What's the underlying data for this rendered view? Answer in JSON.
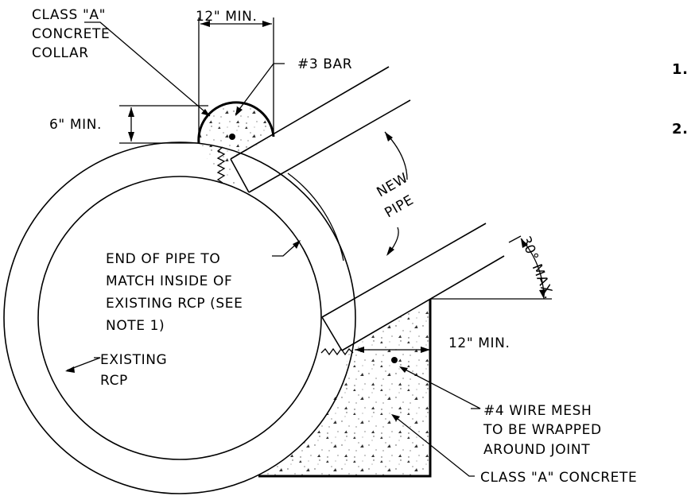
{
  "labels": {
    "collar_line1": "CLASS \"A\"",
    "collar_line2": "CONCRETE",
    "collar_line3": "COLLAR",
    "collar_width": "12\" MIN.",
    "bar3": "#3 BAR",
    "collar_height": "6\" MIN.",
    "new_pipe_line1": "NEW",
    "new_pipe_line2": "PIPE",
    "end_pipe_line1": "END OF PIPE TO",
    "end_pipe_line2": "MATCH INSIDE OF",
    "end_pipe_line3": "EXISTING RCP (SEE",
    "end_pipe_line4": "NOTE 1)",
    "existing_line1": "EXISTING",
    "existing_line2": "RCP",
    "angle": "30° MAX.",
    "base_width": "12\" MIN.",
    "mesh_line1": "#4 WIRE MESH",
    "mesh_line2": "TO BE WRAPPED",
    "mesh_line3": "AROUND JOINT",
    "class_a_concrete": "CLASS \"A\" CONCRETE"
  },
  "notes": {
    "note1": "1.",
    "note2": "2."
  }
}
